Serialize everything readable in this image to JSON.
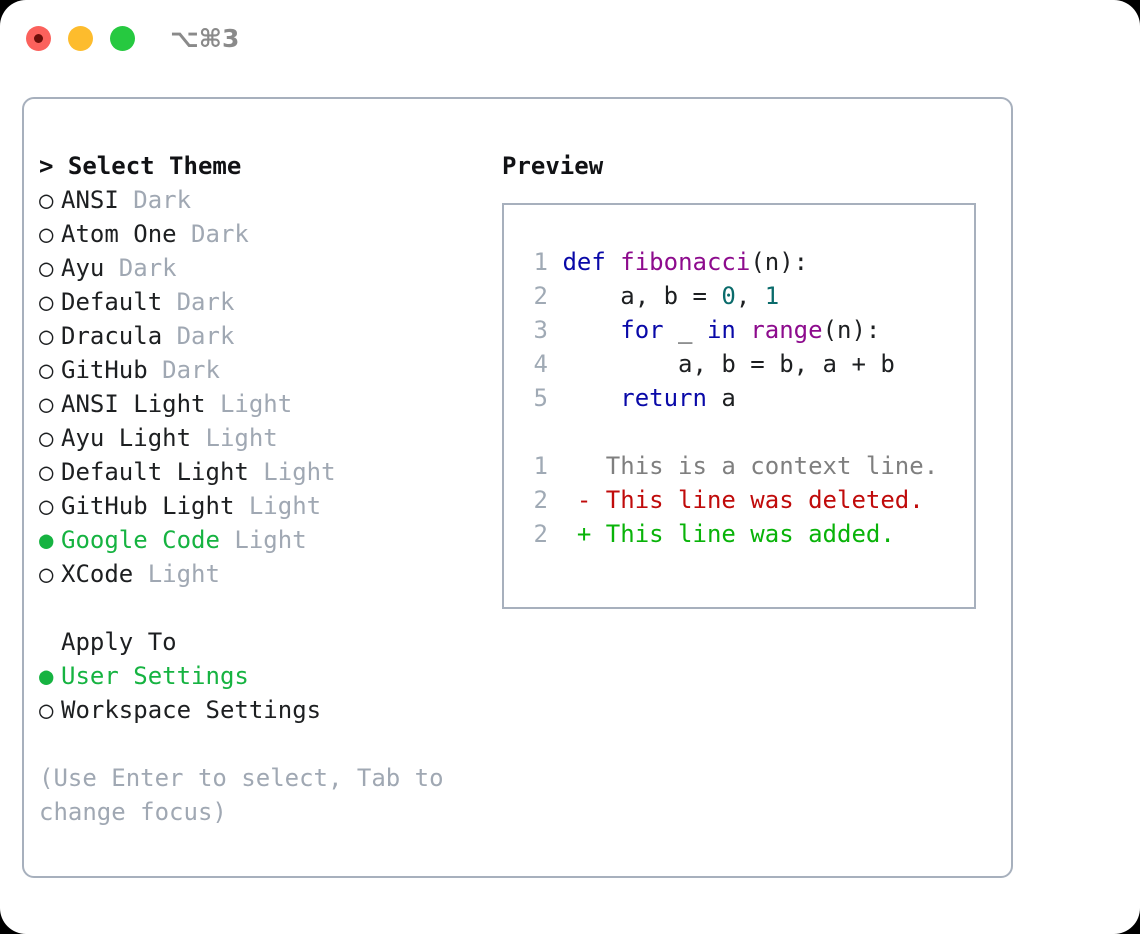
{
  "titlebar": {
    "shortcut": "⌥⌘3",
    "lights": [
      {
        "name": "close",
        "color": "#fb615c"
      },
      {
        "name": "minimize",
        "color": "#fdbc2d"
      },
      {
        "name": "maximize",
        "color": "#26c940"
      }
    ]
  },
  "colors": {
    "accent_green": "#16b341",
    "muted": "#a0a8b3",
    "border": "#a7b0bd",
    "keyword": "#0909a8",
    "function": "#8d0b8d",
    "number": "#0a6b6b",
    "diff_add": "#09b309",
    "diff_del": "#c00b0b",
    "diff_ctx": "#7f7f7f"
  },
  "theme_picker": {
    "header": "> Select Theme",
    "bullet_unselected": "○",
    "bullet_selected": "●",
    "items": [
      {
        "name": "ANSI",
        "variant": "Dark",
        "selected": false
      },
      {
        "name": "Atom One",
        "variant": "Dark",
        "selected": false
      },
      {
        "name": "Ayu",
        "variant": "Dark",
        "selected": false
      },
      {
        "name": "Default",
        "variant": "Dark",
        "selected": false
      },
      {
        "name": "Dracula",
        "variant": "Dark",
        "selected": false
      },
      {
        "name": "GitHub",
        "variant": "Dark",
        "selected": false
      },
      {
        "name": "ANSI Light",
        "variant": "Light",
        "selected": false
      },
      {
        "name": "Ayu Light",
        "variant": "Light",
        "selected": false
      },
      {
        "name": "Default Light",
        "variant": "Light",
        "selected": false
      },
      {
        "name": "GitHub Light",
        "variant": "Light",
        "selected": false
      },
      {
        "name": "Google Code",
        "variant": "Light",
        "selected": true
      },
      {
        "name": "XCode",
        "variant": "Light",
        "selected": false
      }
    ]
  },
  "apply_to": {
    "header": "Apply To",
    "options": [
      {
        "label": "User Settings",
        "selected": true
      },
      {
        "label": "Workspace Settings",
        "selected": false
      }
    ]
  },
  "hint": "(Use Enter to select, Tab to change focus)",
  "preview": {
    "title": "Preview",
    "code_lines": [
      {
        "number": "1",
        "tokens": [
          {
            "t": "def",
            "c": "kw"
          },
          {
            "t": " ",
            "c": "pl"
          },
          {
            "t": "fibonacci",
            "c": "fn"
          },
          {
            "t": "(n):",
            "c": "pl"
          }
        ]
      },
      {
        "number": "2",
        "tokens": [
          {
            "t": "    a, b = ",
            "c": "pl"
          },
          {
            "t": "0",
            "c": "num"
          },
          {
            "t": ", ",
            "c": "pl"
          },
          {
            "t": "1",
            "c": "num"
          }
        ]
      },
      {
        "number": "3",
        "tokens": [
          {
            "t": "    ",
            "c": "pl"
          },
          {
            "t": "for",
            "c": "kw"
          },
          {
            "t": " _ ",
            "c": "pl"
          },
          {
            "t": "in",
            "c": "kw"
          },
          {
            "t": " ",
            "c": "pl"
          },
          {
            "t": "range",
            "c": "fn"
          },
          {
            "t": "(n):",
            "c": "pl"
          }
        ]
      },
      {
        "number": "4",
        "tokens": [
          {
            "t": "        a, b = b, a + b",
            "c": "pl"
          }
        ]
      },
      {
        "number": "5",
        "tokens": [
          {
            "t": "    ",
            "c": "pl"
          },
          {
            "t": "return",
            "c": "kw"
          },
          {
            "t": " a",
            "c": "pl"
          }
        ]
      }
    ],
    "diff_lines": [
      {
        "number": "1",
        "marker": " ",
        "text": " This is a context line.",
        "kind": "ctx"
      },
      {
        "number": "2",
        "marker": "-",
        "text": " This line was deleted.",
        "kind": "del"
      },
      {
        "number": "2",
        "marker": "+",
        "text": " This line was added.",
        "kind": "add"
      }
    ]
  }
}
